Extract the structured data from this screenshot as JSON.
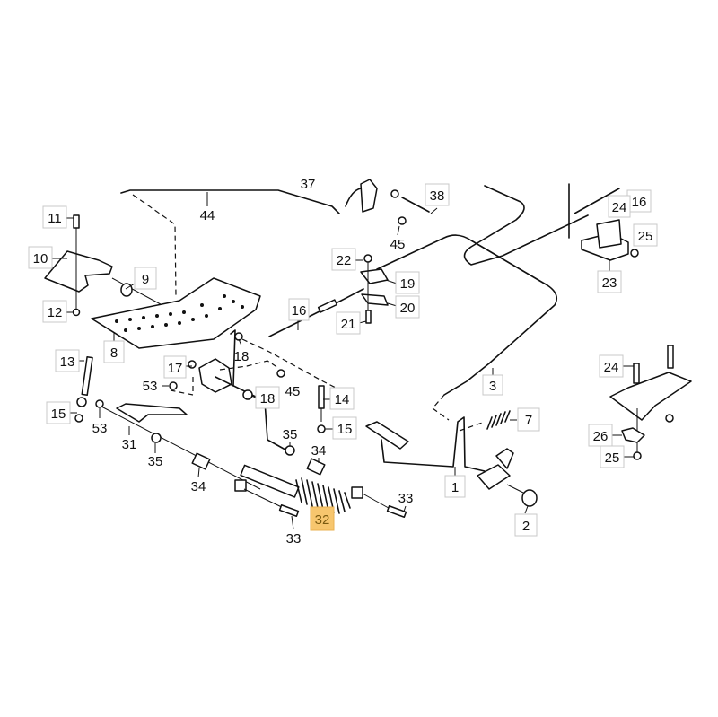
{
  "title": "Brake / clutch pedal assembly parts diagram",
  "highlight_color": "#f7c66e",
  "callouts": {
    "c37": "37",
    "c44": "44",
    "c38": "38",
    "c45a": "45",
    "c16a": "16",
    "c24a": "24",
    "c25a": "25",
    "c23": "23",
    "c11": "11",
    "c10": "10",
    "c9": "9",
    "c12": "12",
    "c22": "22",
    "c19": "19",
    "c20": "20",
    "c21": "21",
    "c16b": "16",
    "c8": "8",
    "c13": "13",
    "c17": "17",
    "c18a": "18",
    "c53a": "53",
    "c45b": "45",
    "c18b": "18",
    "c14": "14",
    "c15a": "15",
    "c3": "3",
    "c7": "7",
    "c24b": "24",
    "c15b": "15",
    "c53b": "53",
    "c31": "31",
    "c35a": "35",
    "c35b": "35",
    "c34a": "34",
    "c34b": "34",
    "c1": "1",
    "c26": "26",
    "c25b": "25",
    "c33a": "33",
    "c33b": "33",
    "c32": "32",
    "c2": "2"
  }
}
